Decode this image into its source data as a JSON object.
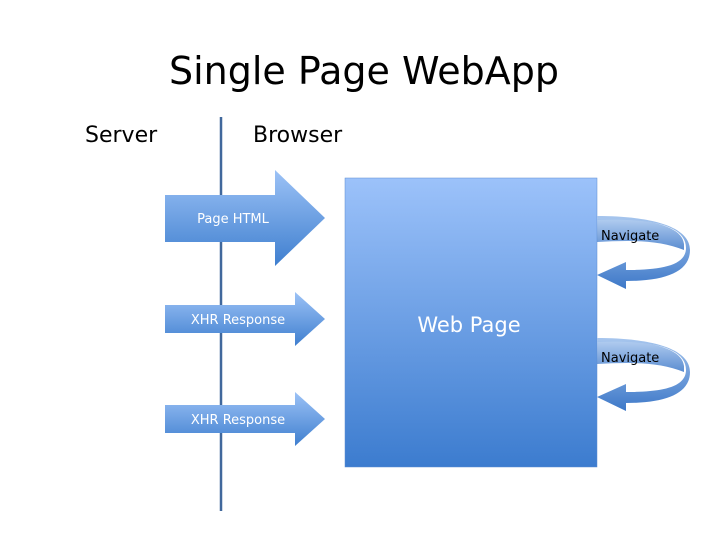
{
  "title": "Single Page WebApp",
  "labels": {
    "server": "Server",
    "browser": "Browser"
  },
  "arrows": [
    {
      "label": "Page HTML"
    },
    {
      "label": "XHR Response"
    },
    {
      "label": "XHR Response"
    }
  ],
  "web_page": {
    "label": "Web Page"
  },
  "navigate": [
    {
      "label": "Navigate"
    },
    {
      "label": "Navigate"
    }
  ],
  "colors": {
    "line": "#41689c",
    "box_top": "#9cc2fa",
    "box_bottom": "#3c7ccf",
    "text_light": "#ffffff"
  }
}
